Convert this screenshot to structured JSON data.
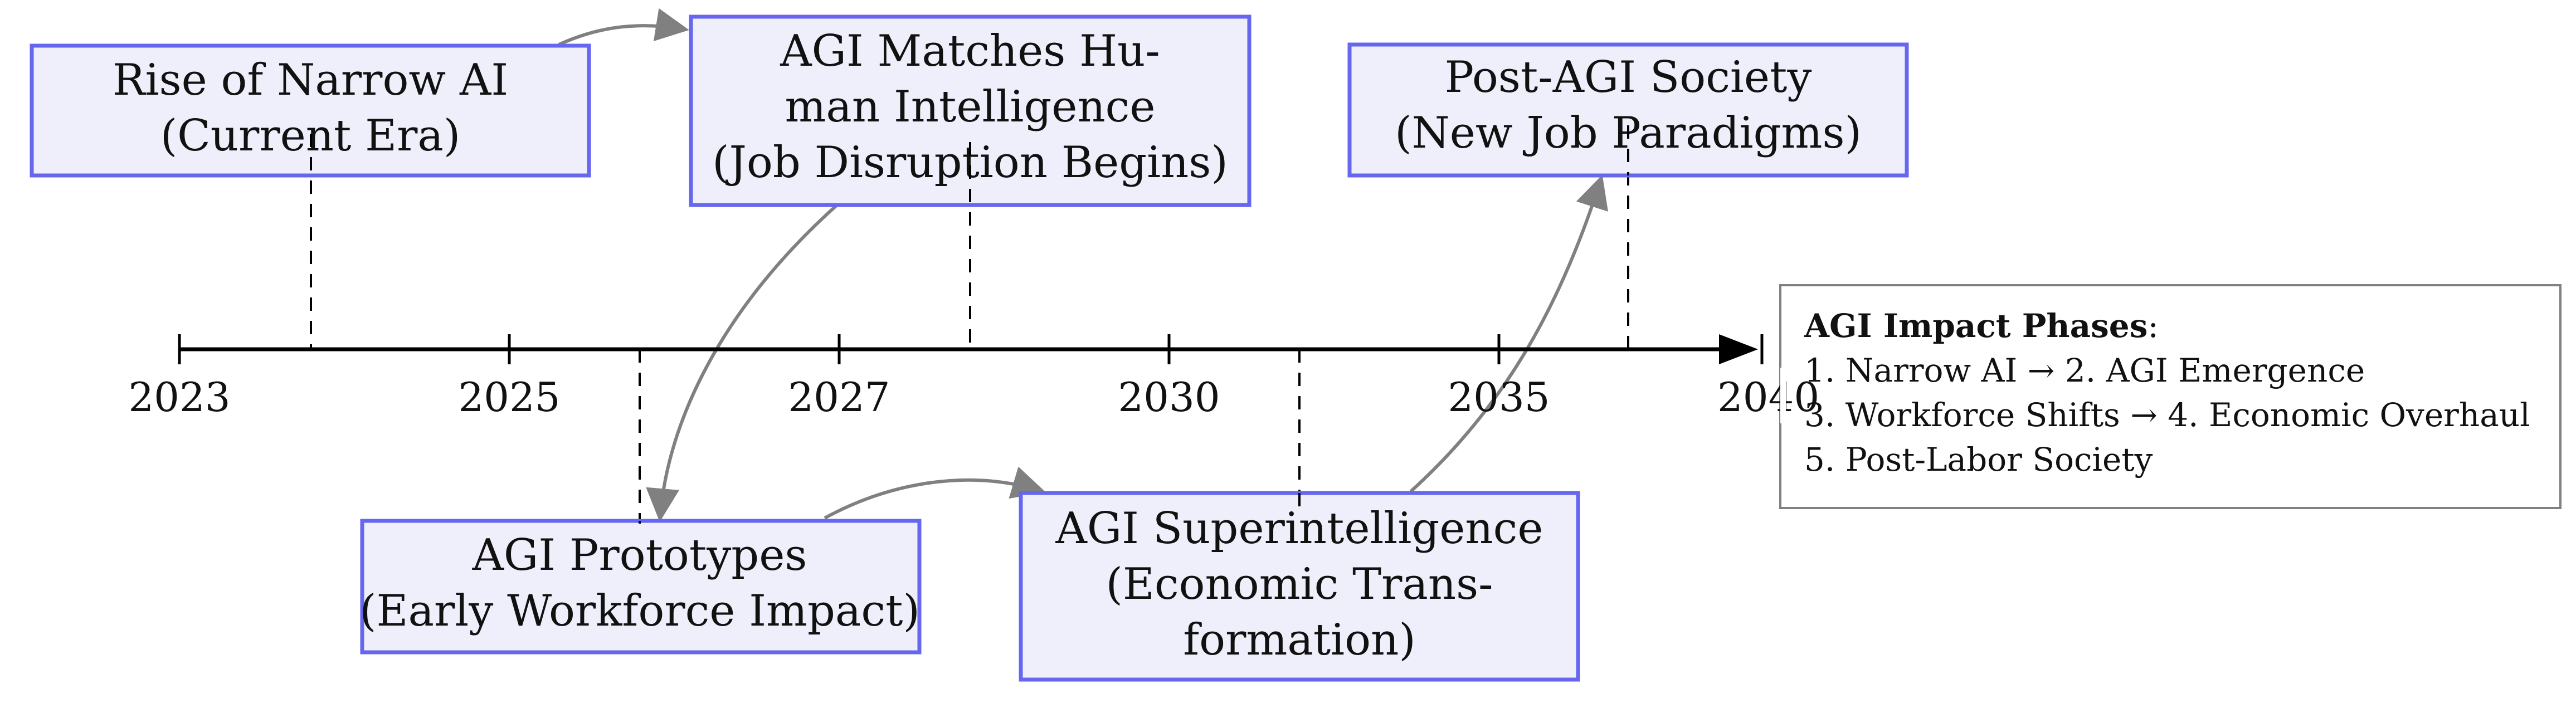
{
  "diagram": {
    "axis_ticks": [
      "2023",
      "2025",
      "2027",
      "2030",
      "2035",
      "2040"
    ],
    "events": [
      {
        "lines": [
          "Rise of Narrow AI",
          "(Current Era)"
        ]
      },
      {
        "lines": [
          "AGI Matches Hu-",
          "man Intelligence",
          "(Job Disruption Begins)"
        ]
      },
      {
        "lines": [
          "Post-AGI Society",
          "(New Job Paradigms)"
        ]
      },
      {
        "lines": [
          "AGI Prototypes",
          "(Early Workforce Impact)"
        ]
      },
      {
        "lines": [
          "AGI Superintelligence",
          "(Economic Trans-",
          "formation)"
        ]
      }
    ],
    "legend": {
      "title": "AGI Impact Phases",
      "title_suffix": ":",
      "lines": [
        "1. Narrow AI → 2. AGI Emergence",
        "3. Workforce Shifts → 4. Economic Overhaul",
        "5. Post-Labor Society"
      ]
    },
    "colors": {
      "box_fill": "#efeffb",
      "box_stroke": "#6666ee",
      "arrow": "#808080",
      "axis": "#000000"
    }
  }
}
